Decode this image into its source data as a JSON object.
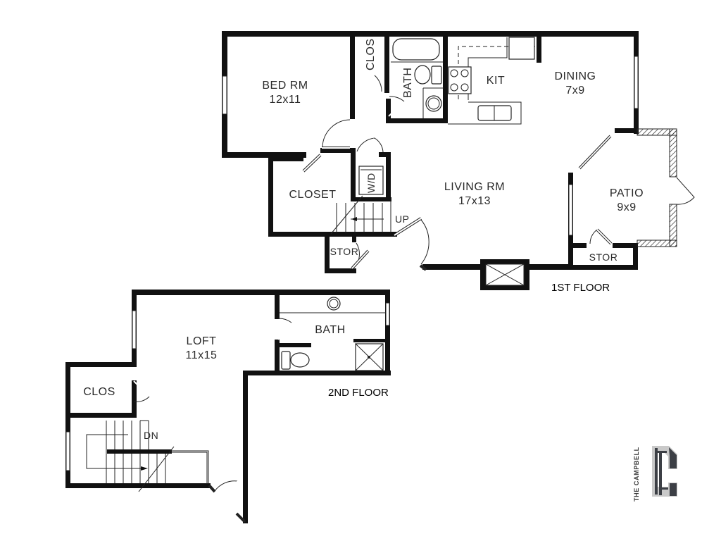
{
  "floor_plan": {
    "first_floor": {
      "label": "1ST FLOOR",
      "rooms": {
        "bedroom": {
          "name": "BED RM",
          "size": "12x11"
        },
        "closet_small": {
          "name": "CLOS"
        },
        "bath": {
          "name": "BATH"
        },
        "kitchen": {
          "name": "KIT"
        },
        "dining": {
          "name": "DINING",
          "size": "7x9"
        },
        "closet": {
          "name": "CLOSET"
        },
        "washer_dryer": {
          "name": "W/D"
        },
        "living": {
          "name": "LIVING RM",
          "size": "17x13"
        },
        "patio": {
          "name": "PATIO",
          "size": "9x9"
        },
        "storage_left": {
          "name": "STOR"
        },
        "storage_right": {
          "name": "STOR"
        }
      },
      "stairs_label": "UP"
    },
    "second_floor": {
      "label": "2ND FLOOR",
      "rooms": {
        "loft": {
          "name": "LOFT",
          "size": "11x15"
        },
        "bath": {
          "name": "BATH"
        },
        "closet": {
          "name": "CLOS"
        }
      },
      "stairs_label": "DN"
    }
  },
  "brand": {
    "name": "THE CAMPBELL",
    "monogram": "C",
    "colors": {
      "dark": "#3c3f45",
      "light": "#c9c9c9"
    }
  }
}
